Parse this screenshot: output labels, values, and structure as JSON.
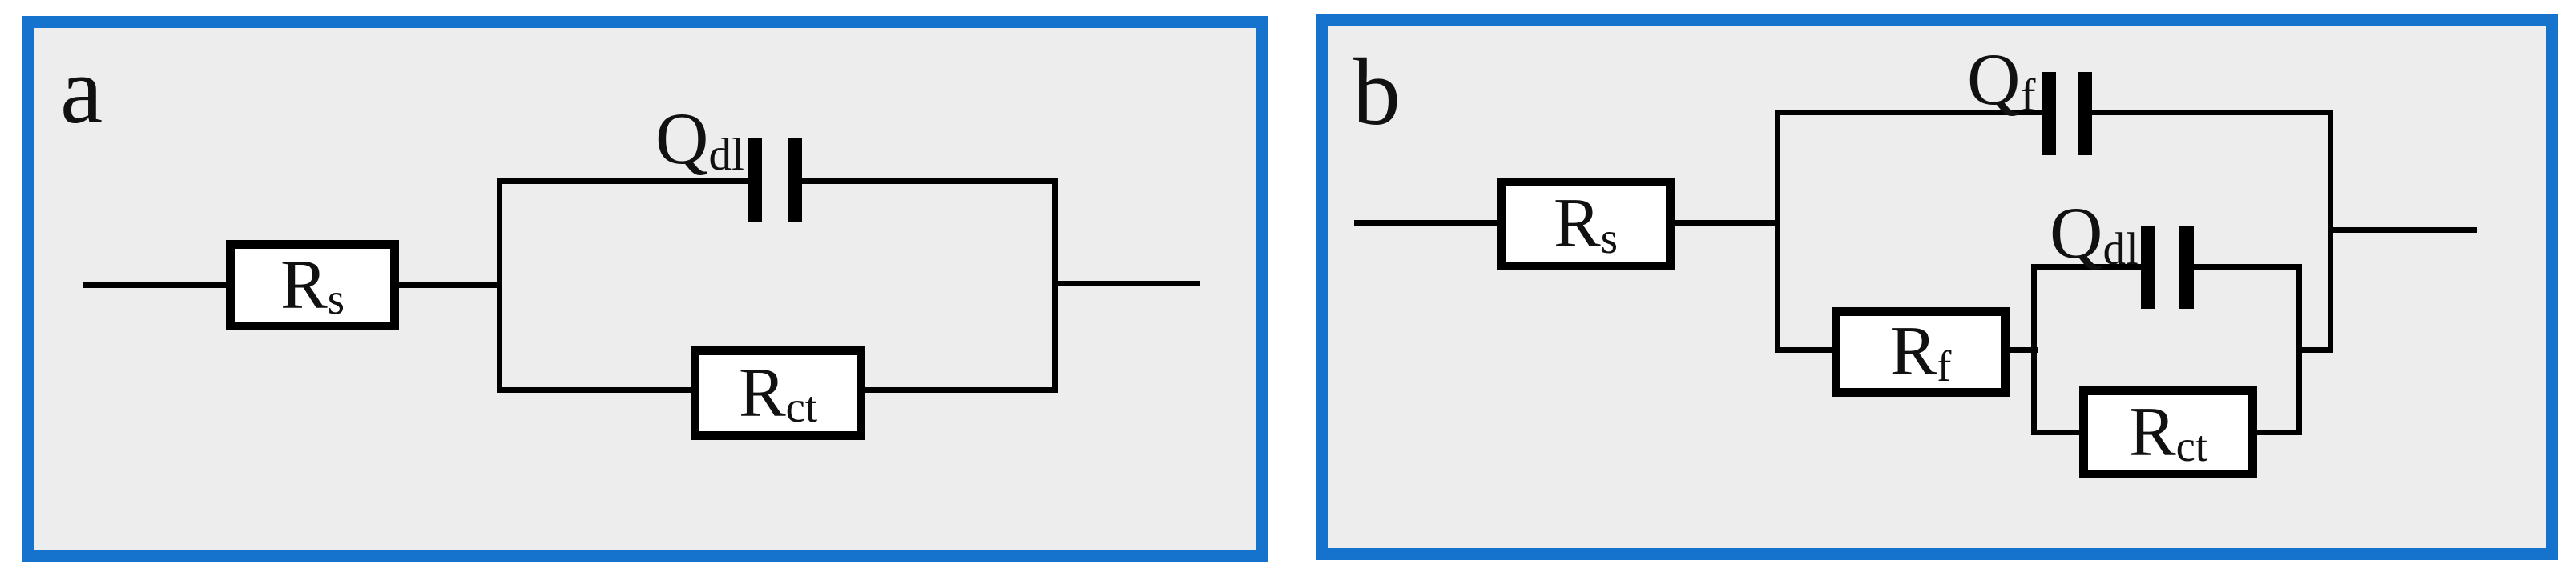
{
  "figure": {
    "description_labels_only": "",
    "panel_a": {
      "letter": "a",
      "components": {
        "rs": {
          "label": "R",
          "sub": "s"
        },
        "qdl": {
          "label": "Q",
          "sub": "dl"
        },
        "rct": {
          "label": "R",
          "sub": "ct"
        }
      }
    },
    "panel_b": {
      "letter": "b",
      "components": {
        "rs": {
          "label": "R",
          "sub": "s"
        },
        "qf": {
          "label": "Q",
          "sub": "f"
        },
        "rf": {
          "label": "R",
          "sub": "f"
        },
        "qdl": {
          "label": "Q",
          "sub": "dl"
        },
        "rct": {
          "label": "R",
          "sub": "ct"
        }
      }
    }
  },
  "colors": {
    "frame_blue": "#1572cd",
    "panel_bg": "#ededed",
    "line_black": "#000000",
    "box_fill": "#ffffff",
    "text_black": "#111111"
  }
}
